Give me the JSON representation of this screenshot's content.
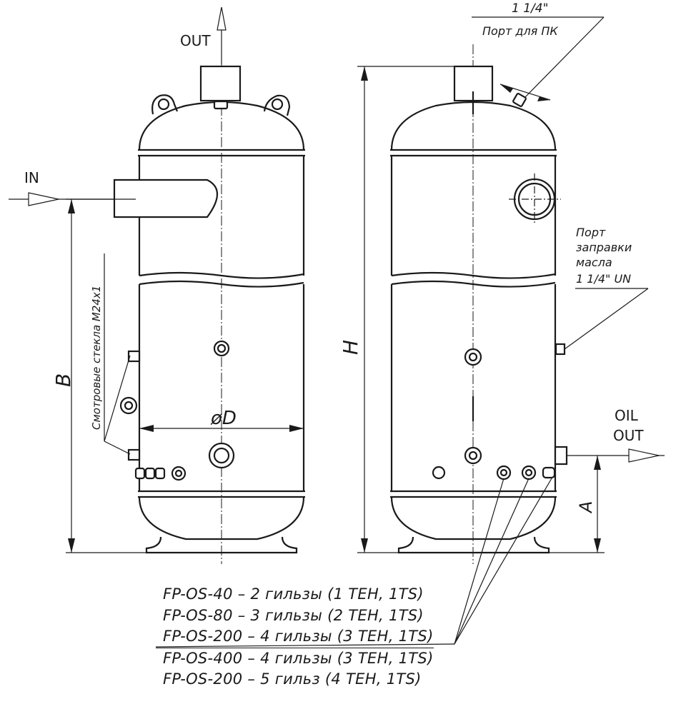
{
  "labels": {
    "out": "OUT",
    "in": "IN",
    "oil_out_line1": "OIL",
    "oil_out_line2": "OUT",
    "dim_b": "B",
    "dim_h": "H",
    "dim_d": "øD",
    "dim_a": "A",
    "sight_glass": "Смотровые стекла M24x1",
    "pk_size": "1 1/4\"",
    "pk_port": "Порт для ПК",
    "oil_fill_port": [
      "Порт",
      "заправки",
      "масла",
      "1 1/4\" UN"
    ]
  },
  "models": [
    "FP-OS-40 – 2 гильзы (1 TEH, 1TS)",
    "FP-OS-80 – 3 гильзы (2 TEH, 1TS)",
    "FP-OS-200 – 4 гильзы (3 TEH, 1TS)",
    "FP-OS-400 – 4 гильзы (3 TEH, 1TS)",
    "FP-OS-200 – 5 гильз (4 TEH, 1TS)"
  ]
}
